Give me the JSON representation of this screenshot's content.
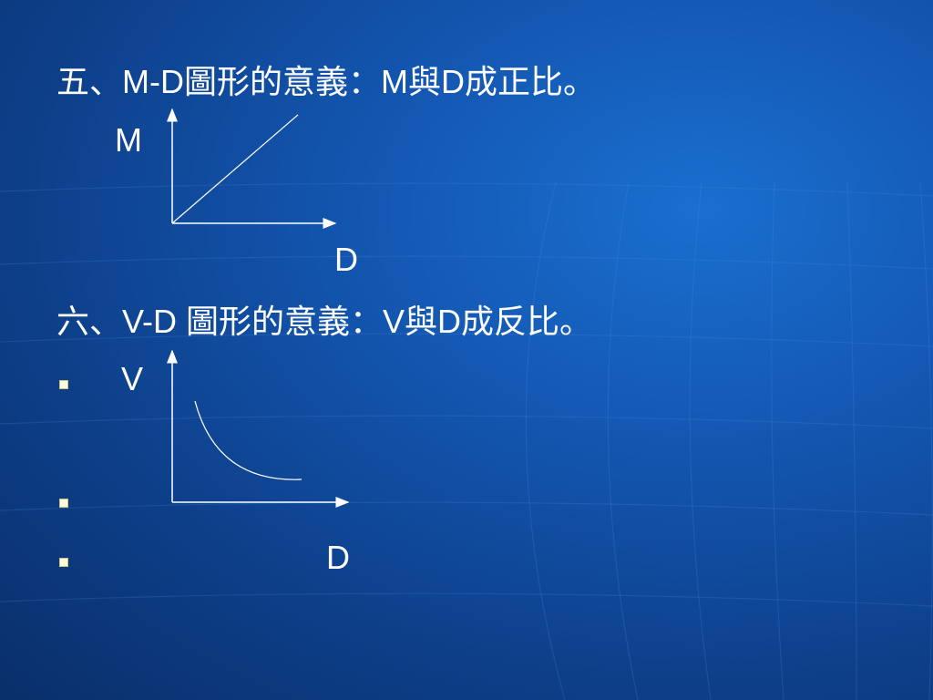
{
  "slide": {
    "heading_md": "五、M-D圖形的意義：M與D成正比。",
    "graph_md": {
      "y_label": "M",
      "x_label": "D"
    },
    "heading_vd": "六、V-D 圖形的意義：V與D成反比。",
    "graph_vd": {
      "y_label": "V",
      "x_label": "D"
    }
  },
  "colors": {
    "text": "#ffffff",
    "bullet": "#fdfbd8",
    "background_light": "#1a6fd0",
    "background_dark": "#0a2f6a"
  }
}
